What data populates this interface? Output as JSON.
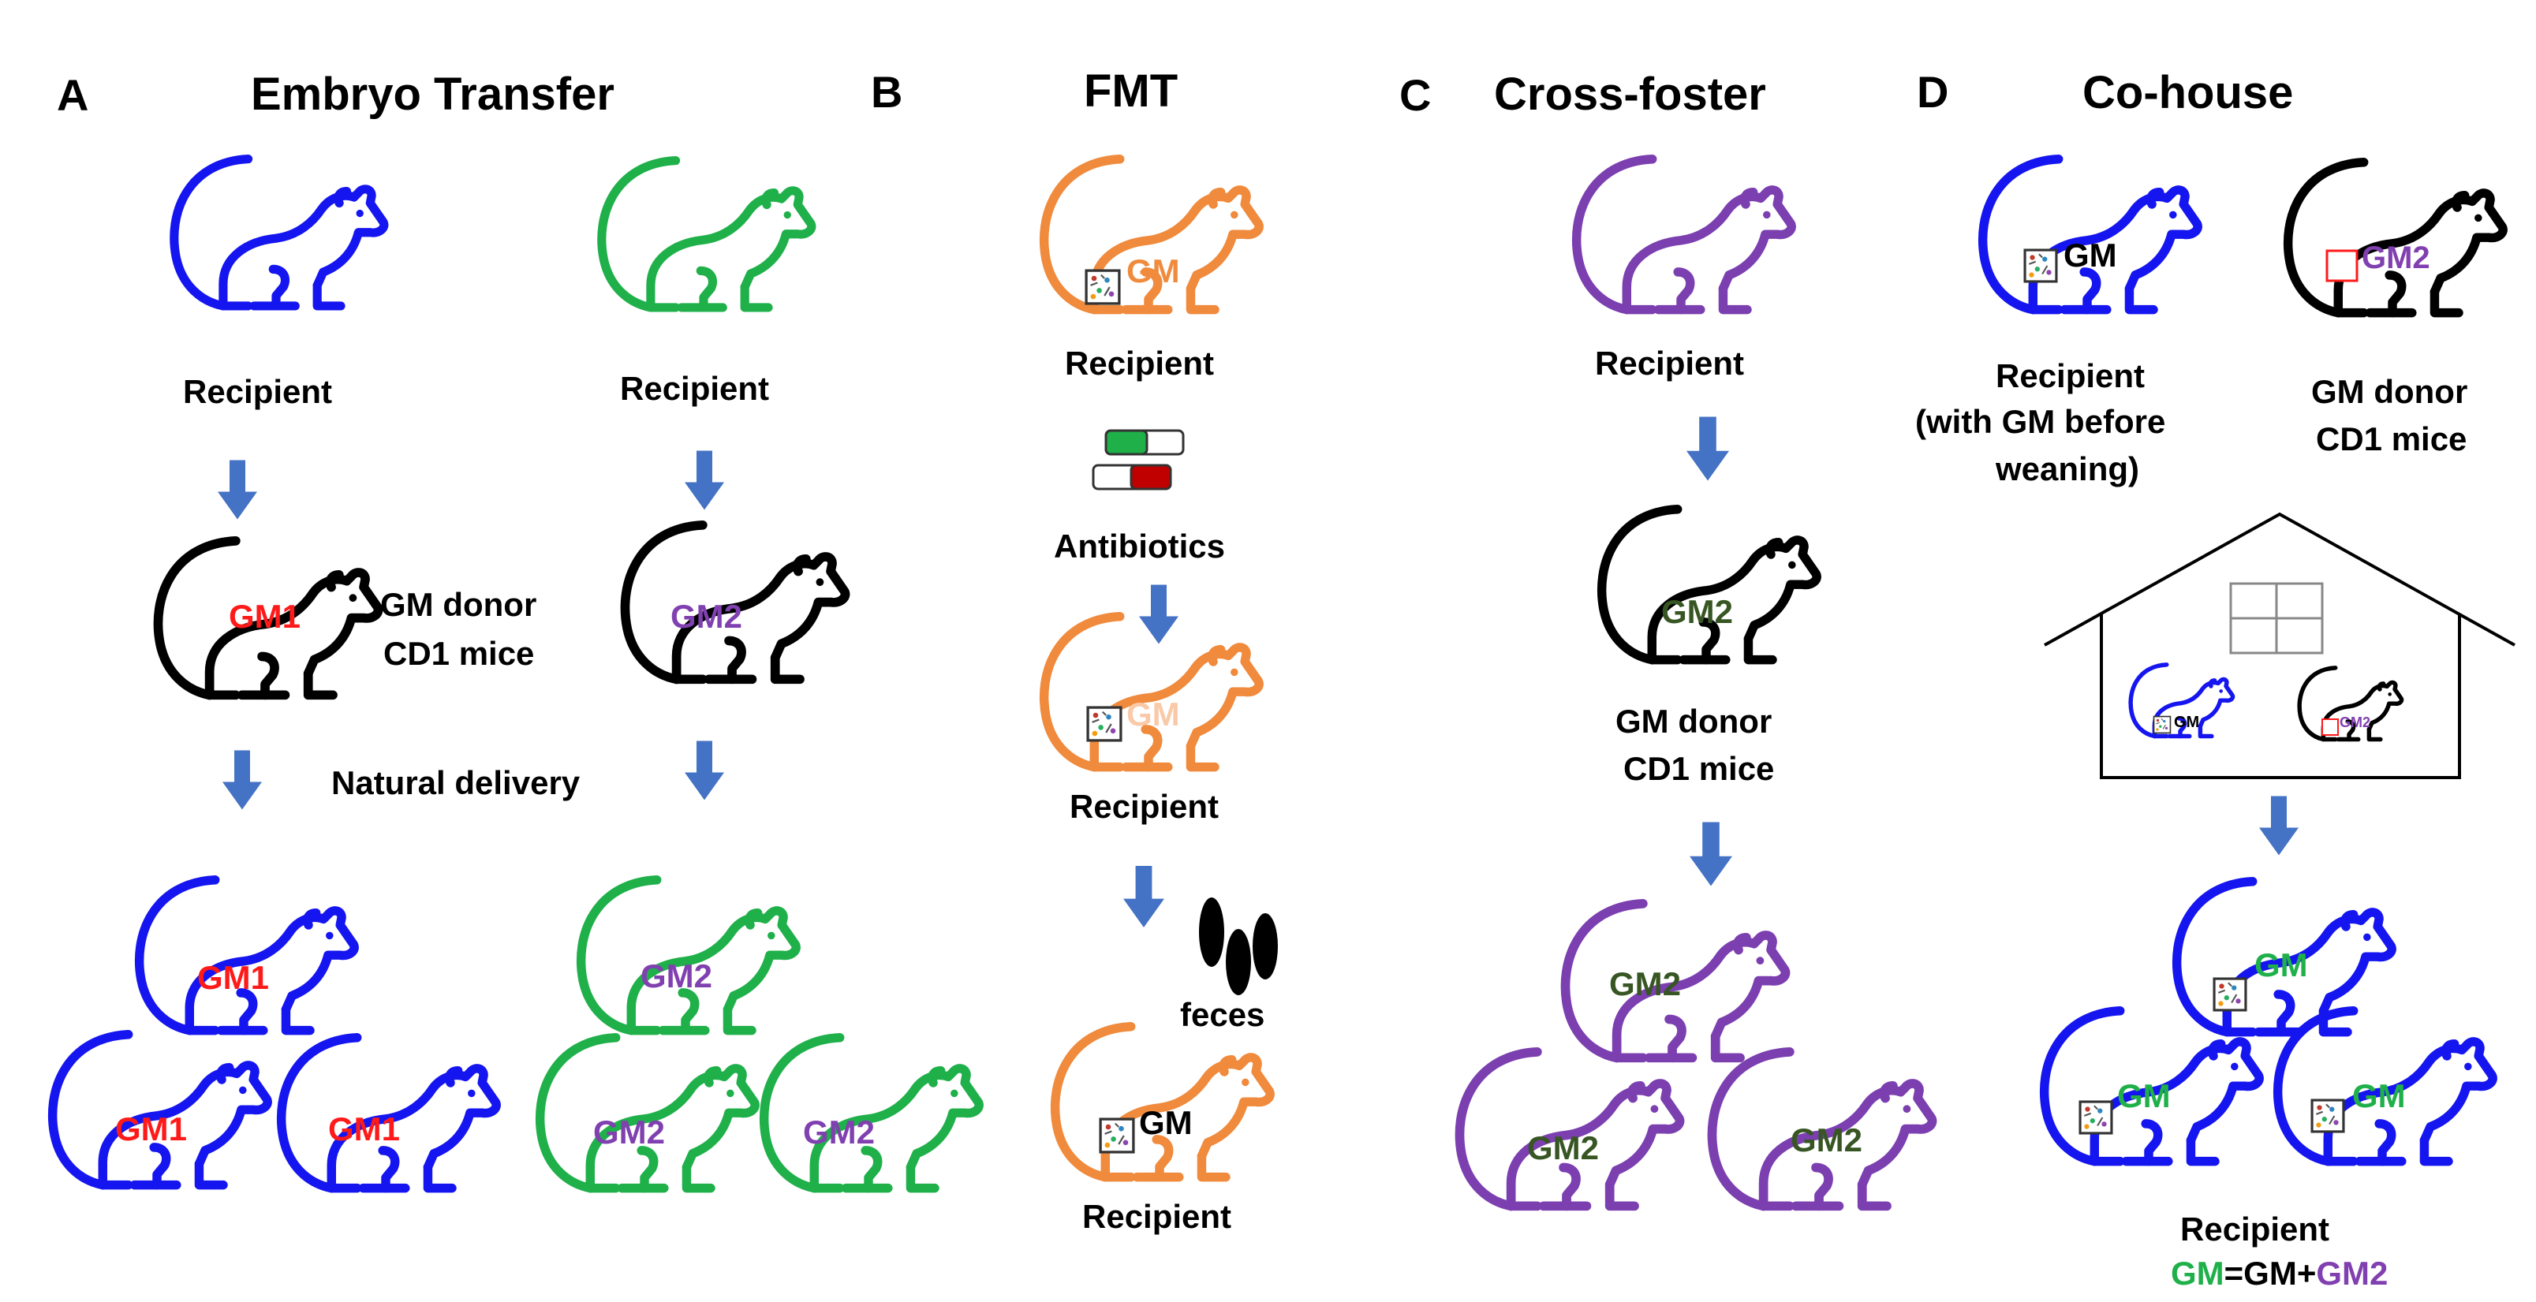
{
  "panels": {
    "a": {
      "letter": "A",
      "title": "Embryo Transfer"
    },
    "b": {
      "letter": "B",
      "title": "FMT"
    },
    "c": {
      "letter": "C",
      "title": "Cross-foster"
    },
    "d": {
      "letter": "D",
      "title": "Co-house"
    }
  },
  "text": {
    "recipient": "Recipient",
    "gm_donor": "GM donor",
    "cd1_mice": "CD1 mice",
    "natural_delivery": "Natural delivery",
    "antibiotics": "Antibiotics",
    "feces": "feces",
    "with_gm_before": "(with GM before",
    "weaning": "weaning)",
    "gm_eq_gm": "GM",
    "eq": "=GM+",
    "gm2": "GM2"
  },
  "labels": {
    "gm": "GM",
    "gm1": "GM1",
    "gm2": "GM2"
  },
  "colors": {
    "blue": "#1515f0",
    "green": "#1fb04a",
    "orange": "#f08a3c",
    "purple": "#7b3fb0",
    "black": "#000000",
    "arrow": "#4472c4",
    "red_label": "#ff1a1a",
    "purple_label": "#8040b0",
    "dark_green_label": "#375623",
    "faded_orange": "#f9c9a8",
    "green_label": "#1fb04a"
  }
}
